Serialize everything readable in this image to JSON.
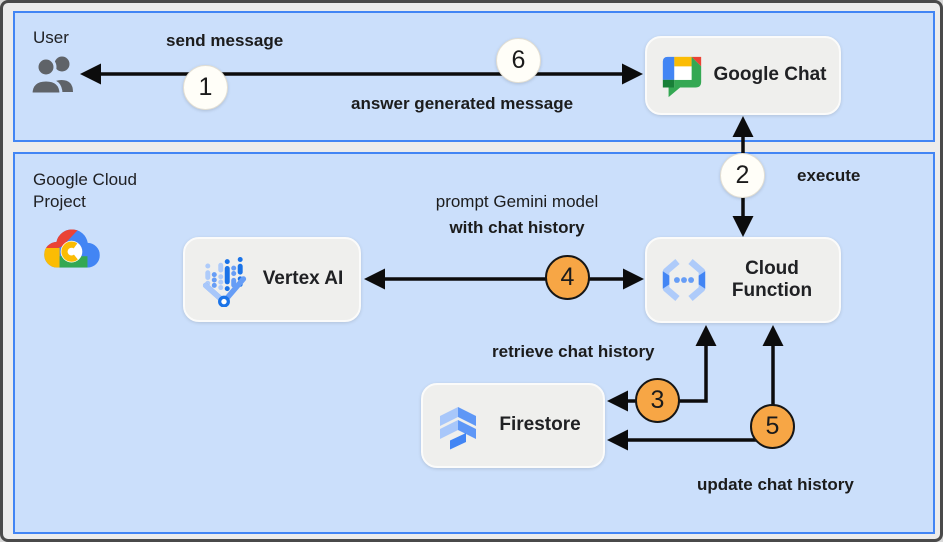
{
  "diagram": {
    "zones": {
      "user": {
        "label": "User"
      },
      "gcp": {
        "label": "Google Cloud Project"
      }
    },
    "nodes": {
      "google_chat": {
        "label": "Google Chat"
      },
      "vertex_ai": {
        "label": "Vertex AI"
      },
      "cloud_function": {
        "label": "Cloud Function"
      },
      "firestore": {
        "label": "Firestore"
      }
    },
    "steps": [
      {
        "num": "1",
        "style": "white"
      },
      {
        "num": "2",
        "style": "white"
      },
      {
        "num": "3",
        "style": "orange"
      },
      {
        "num": "4",
        "style": "orange"
      },
      {
        "num": "5",
        "style": "orange"
      },
      {
        "num": "6",
        "style": "white"
      }
    ],
    "edge_labels": {
      "send_message": "send message",
      "answer_generated": "answer generated message",
      "execute": "execute",
      "prompt_line1": "prompt Gemini model",
      "prompt_line2": "with chat history",
      "retrieve": "retrieve chat history",
      "update": "update chat history"
    },
    "icons": {
      "user": "users-icon",
      "google_chat": "google-chat-logo",
      "google_cloud": "google-cloud-logo",
      "vertex_ai": "vertex-ai-icon",
      "cloud_function": "cloud-functions-icon",
      "firestore": "firestore-icon"
    },
    "colors": {
      "zone_fill": "#CBDFFB",
      "zone_border": "#4285F4",
      "node_fill": "#EFEFED",
      "step_white": "#FFFEF8",
      "step_orange": "#F7A645",
      "arrow": "#0C0C0C",
      "text": "#1E1E1E"
    }
  }
}
